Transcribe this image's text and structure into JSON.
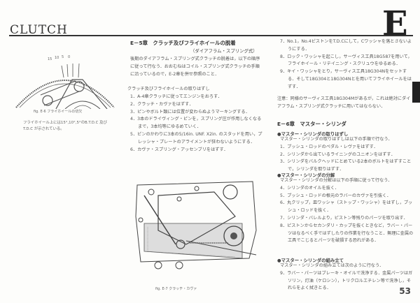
{
  "header": {
    "section_title": "CLUTCH",
    "section_letter": "E"
  },
  "figures": {
    "fig1": {
      "marks": [
        "15",
        "10",
        "5",
        "0"
      ],
      "caption": "fig. E-6  フライホイールの切欠",
      "note": "フライホイール上には15°,10°,5°のB.T.D.C 及びT.D.C が示されている。"
    },
    "fig2": {
      "caption": "fig. E-7  クラッチ・カヴァ"
    }
  },
  "section_e5": {
    "heading": "E－5章　クラッチ及びフライホイールの脱着",
    "subheading": "（ダイアフラム・スプリング式）",
    "intro": "後期のダイアフラム・スプリング式クラッチの脱着は，以下の順序に従って行なう．おおむねはコイル・スプリング式クラッチの手順に沿っているので，E-2章を併せ参照のこと．",
    "list_title": "クラッチ及びフライホイールの取りはずし",
    "steps": [
      "1．A-4章クラッチに従ってエンジンをおろす．",
      "2．クラッチ・カヴァをはずす．",
      "3．ピンやボルト類には位置が変わらぬようマーキングする．",
      "4．3本のドライヴィング・ピンを，スプリング圧が作用しなくなるまで，3本均等にゆるめていく．",
      "5．ピンのかわりに3本の5/16in. UNF. X2in. のスタッドを用い，プレッシャ・プレートのアライメントが狂わないようにする．",
      "6．カヴァ・スプリング・アッセンブリをはずす．"
    ],
    "steps_cont": [
      "7．No.1，No.4ピストンをT.D.Cにして，Cワッシャを落とさないようにする．",
      "8．ロック・ワッシャを起こし，サーヴィス工具18G587を用いて，フライホイール・リテイニング・スクリュウをゆるめる．",
      "9．キイ・ワッシャをとり，サーヴィス工具18G304Nをセットする．そして18G304と18G304Nとを用いてフライホイールをはずす．"
    ],
    "note": "注意：同様のサーヴィス工具18G304Mがあるが，これは絶対にダイアフラム・スプリング式クラッチに用いてはならない．"
  },
  "section_e6": {
    "heading": "E－6章　マスター・シリンダ",
    "removal": {
      "title": "●マスター・シリンダの取りはずし",
      "intro": "マスター・シリンダの取りはずしは以下の手順で行なう．",
      "steps": [
        "1．プッシュ・ロッドのペダル・レヴァをはずす．",
        "2．シリンダから出ているライニングのユニオンをはずす．",
        "3．シリンダをバルクヘッドにとめている2本のボルトをはずすことで，シリンダを取りはずす．"
      ]
    },
    "disassembly": {
      "title": "●マスター・シリンダの分解",
      "intro": "マスター・シリンダの分解は以下の手順に従って行なう．",
      "steps": [
        "4．シリンダのオイルを抜く．",
        "5．プッシュ・ロッドの根元のラバーのカヴァを引抜く．",
        "6．丸クリップ，皿ワッシャ（ストップ・ワッシャ）をはずし，プッシュ・ロッドを抜く．",
        "7．シリンダ・バレルより，ピストン等残りのパーツを取り出す．",
        "8．ピストンからセカンダリ・カップを抜くときなど，ラバー・パーツはなるべく手ではずしたりの作業を行なうこと．無理に金属の工具でこじるとパーツを破損する恐れがある．"
      ]
    },
    "assembly": {
      "title": "●マスター・シリンダの組み立て",
      "intro": "マスター・シリンダの組み立ては次のように行なう．",
      "steps": [
        "9．ラバー・パーツはブレーキ・オイルで洗浄する．金属パーツはガソリン，灯油（ケロシン），トリクロルエチレン等で洗浄し，それらをよく拭きとる．"
      ]
    }
  },
  "footer": {
    "page_number": "53"
  }
}
